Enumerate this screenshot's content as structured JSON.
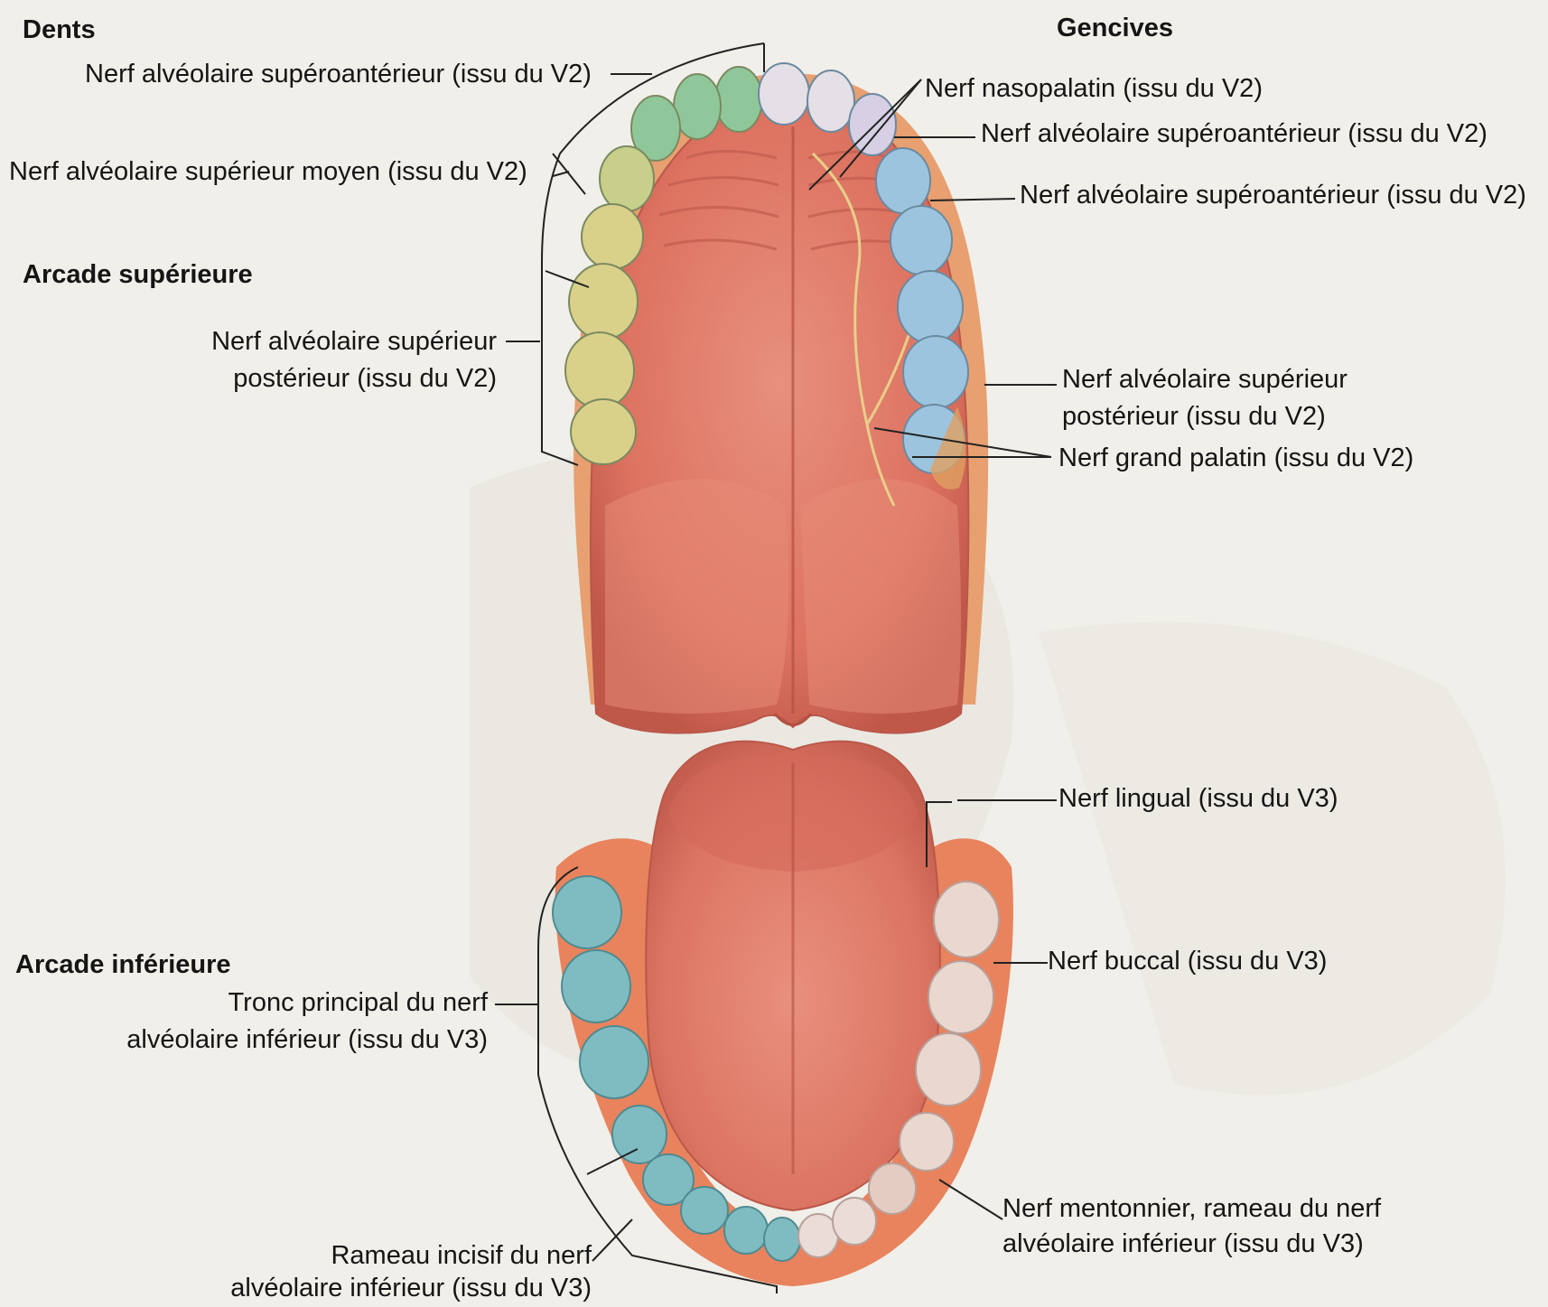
{
  "headings": {
    "dents": "Dents",
    "gencives": "Gencives",
    "arcade_superieure": "Arcade supérieure",
    "arcade_inferieure": "Arcade inférieure"
  },
  "labels": {
    "sup_left": {
      "alv_sup_ant": "Nerf alvéolaire supéroantérieur (issu du V2)",
      "alv_sup_moyen": "Nerf alvéolaire supérieur moyen (issu du V2)",
      "alv_sup_post_1": "Nerf alvéolaire supérieur",
      "alv_sup_post_2": "postérieur (issu du V2)"
    },
    "sup_right": {
      "nasopalatin": "Nerf nasopalatin (issu du V2)",
      "alv_sup_ant_1": "Nerf alvéolaire supéroantérieur (issu du V2)",
      "alv_sup_ant_2": "Nerf alvéolaire supéroantérieur (issu du V2)",
      "alv_sup_post_1": "Nerf alvéolaire supérieur",
      "alv_sup_post_2": "postérieur (issu du V2)",
      "grand_palatin": "Nerf grand palatin (issu du V2)"
    },
    "inf_left": {
      "tronc_1": "Tronc principal du nerf",
      "tronc_2": "alvéolaire inférieur (issu du V3)",
      "incisif_1": "Rameau incisif du nerf",
      "incisif_2": "alvéolaire inférieur (issu du V3)"
    },
    "inf_right": {
      "lingual": "Nerf lingual (issu du V3)",
      "buccal": "Nerf buccal (issu du V3)",
      "mentonnier_1": "Nerf mentonnier, rameau du nerf",
      "mentonnier_2": "alvéolaire inférieur (issu du V3)"
    }
  },
  "colors": {
    "palate": "#dd7260",
    "palate_shadow": "#b44a3c",
    "tongue": "#df7a68",
    "gum": "#e8835d",
    "tooth_green": "#8fc79a",
    "tooth_yellow": "#d9d08a",
    "tooth_blue": "#9cc4de",
    "tooth_teal": "#7fbcc2",
    "tooth_pink": "#ead8cf",
    "nerve": "#e9d88e"
  }
}
